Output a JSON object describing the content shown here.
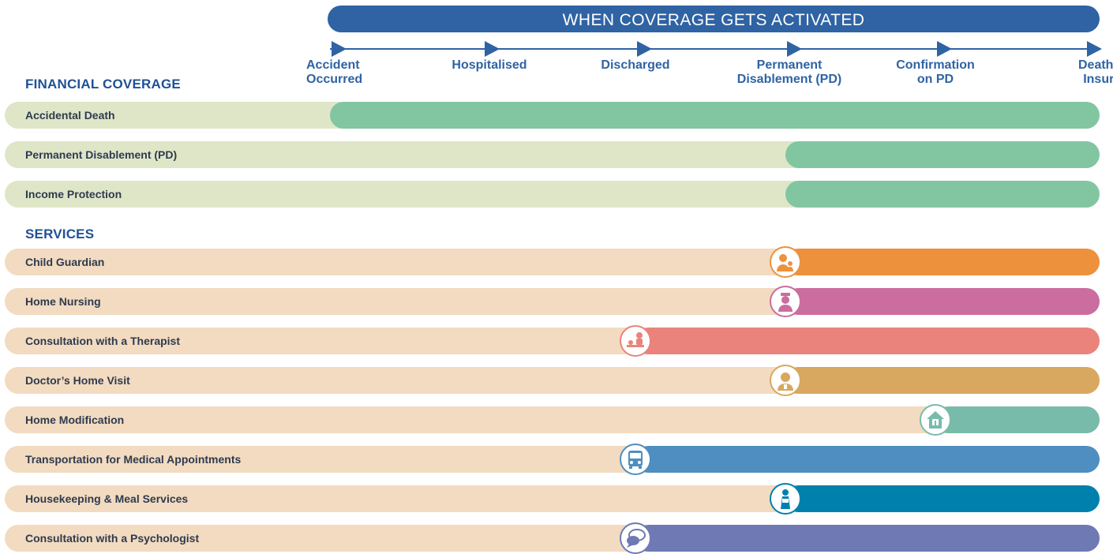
{
  "header": {
    "title": "WHEN COVERAGE GETS ACTIVATED"
  },
  "timeline": {
    "stages": [
      {
        "label": "Accident\nOccurred"
      },
      {
        "label": "Hospitalised"
      },
      {
        "label": "Discharged"
      },
      {
        "label": "Permanent\nDisablement (PD)"
      },
      {
        "label": "Confirmation\non PD"
      },
      {
        "label": "Death of\nInsured"
      }
    ]
  },
  "sections": {
    "financial": "FINANCIAL COVERAGE",
    "services": "SERVICES"
  },
  "colors": {
    "banner": "#2f63a3",
    "heading": "#1f5096",
    "financial_track": "#dfe6c8",
    "service_track": "#f2dbc0"
  },
  "financial_rows": [
    {
      "label": "Accidental Death",
      "starts_at_stage": "Accident\nOccurred",
      "color": "#82c6a1"
    },
    {
      "label": "Permanent Disablement (PD)",
      "starts_at_stage": "Permanent\nDisablement (PD)",
      "color": "#82c6a1"
    },
    {
      "label": "Income Protection",
      "starts_at_stage": "Permanent\nDisablement (PD)",
      "color": "#82c6a1"
    }
  ],
  "service_rows": [
    {
      "label": "Child Guardian",
      "starts_at_stage": "Permanent\nDisablement (PD)",
      "color": "#ed913d",
      "icon": "child-guardian-icon"
    },
    {
      "label": "Home Nursing",
      "starts_at_stage": "Permanent\nDisablement (PD)",
      "color": "#cb6d9e",
      "icon": "nurse-icon"
    },
    {
      "label": "Consultation with a Therapist",
      "starts_at_stage": "Discharged",
      "color": "#ea837b",
      "icon": "therapist-icon"
    },
    {
      "label": "Doctor’s Home Visit",
      "starts_at_stage": "Permanent\nDisablement (PD)",
      "color": "#d8a860",
      "icon": "doctor-icon"
    },
    {
      "label": "Home Modification",
      "starts_at_stage": "Confirmation\non PD",
      "color": "#79bbab",
      "icon": "home-modification-icon"
    },
    {
      "label": "Transportation for Medical Appointments",
      "starts_at_stage": "Discharged",
      "color": "#4f8ec0",
      "icon": "bus-icon"
    },
    {
      "label": "Housekeeping & Meal Services",
      "starts_at_stage": "Permanent\nDisablement (PD)",
      "color": "#0081ad",
      "icon": "housekeeper-icon"
    },
    {
      "label": "Consultation with a Psychologist",
      "starts_at_stage": "Discharged",
      "color": "#6f79b4",
      "icon": "speech-bubbles-icon"
    }
  ]
}
